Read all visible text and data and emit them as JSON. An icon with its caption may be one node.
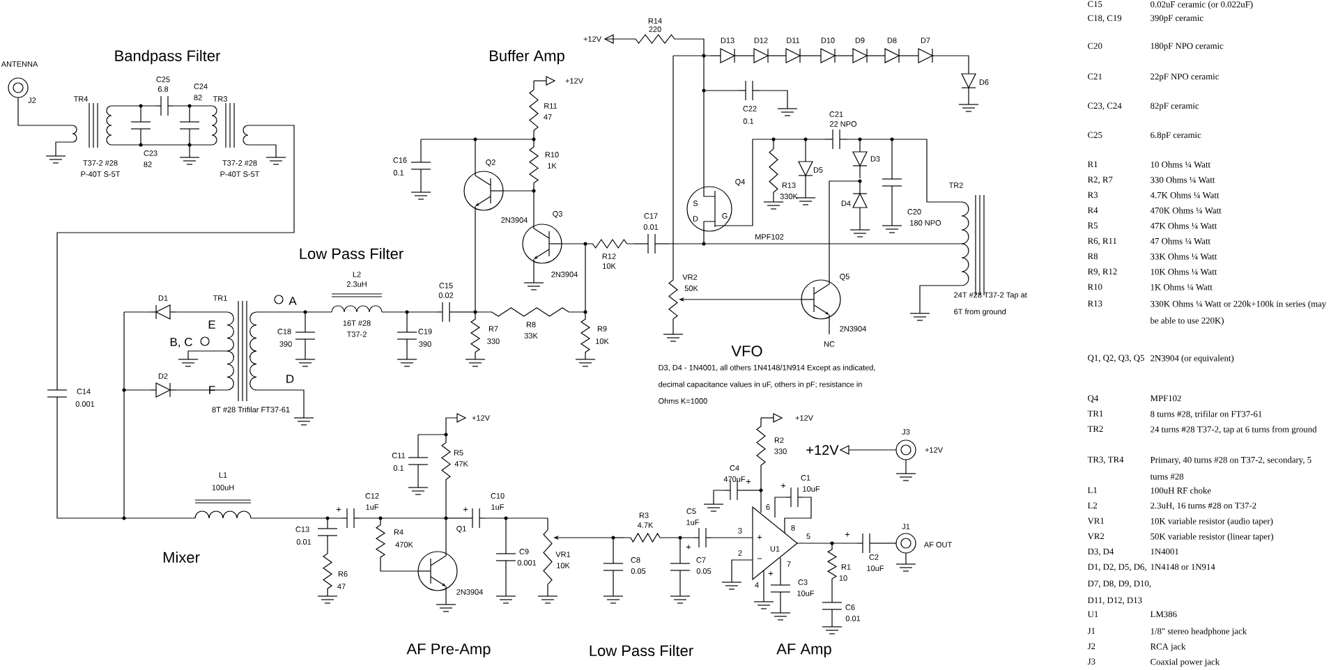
{
  "diagram": {
    "labels": [
      "ANTENNA",
      "J2",
      "Bandpass Filter",
      "TR4",
      "C25",
      "6.8",
      "C24",
      "82",
      "TR3",
      "C23",
      "T37-2 #28",
      "82",
      "T37-2 #28",
      "P-40T S-5T",
      "P-40T S-5T",
      "C16",
      "0.1",
      "Buffer Amp",
      "R14",
      "220",
      "+12V",
      "D13",
      "D12",
      "D11",
      "D10",
      "D9",
      "D8",
      "D7",
      "+12V",
      "D6",
      "R11",
      "47",
      "C22",
      "0.1",
      "C21",
      "22 NPO",
      "Q2",
      "R10",
      "1K",
      "Q4",
      "S",
      "R13",
      "330K",
      "D5",
      "D3",
      "D4",
      "TR2",
      "Q3",
      "C17",
      "0.01",
      "G",
      "D",
      "C20",
      "180 NPO",
      "2N3904",
      "MPF102",
      "Low Pass Filter",
      "R12",
      "10K",
      "L2",
      "2N3904",
      "2.3uH",
      "VR2",
      "50K",
      "Q5",
      "C15",
      "0.02",
      "D1",
      "TR1",
      "A",
      "24T #28 T37-2 Tap at 6T from ground",
      "E",
      "16T #28",
      "T37-2",
      "2N3904",
      "R8",
      "33K",
      "C18",
      "390",
      "C19",
      "390",
      "R7",
      "330",
      "R9",
      "10K",
      "B, C",
      "NC",
      "VFO",
      "D3, D4 - 1N4001, all others 1N4148/1N914 Except as indicated, decimal capacitance values in uF, others in pF; resistance in Ohms K=1000",
      "D2",
      "F",
      "D",
      "C14",
      "0.001",
      "8T #28 Trifilar FT37-61",
      "+12V",
      "+12V",
      "J3",
      "R2",
      "330",
      "+12V",
      "+12V",
      "C11",
      "0.1",
      "R5",
      "47K",
      "C4",
      "470uF",
      "L1",
      "100uH",
      "C1",
      "10uF",
      "C12",
      "1uF",
      "C10",
      "1uF",
      "R3",
      "4.7K",
      "C5",
      "1uF",
      "6",
      "C13",
      "R4",
      "Q1",
      "3",
      "8",
      "J1",
      "0.01",
      "470K",
      "C9",
      "0.001",
      "VR1",
      "10K",
      "C8",
      "0.05",
      "C7",
      "0.05",
      "2",
      "U1",
      "5",
      "C2",
      "10uF",
      "AF OUT",
      "Mixer",
      "7",
      "R1",
      "10",
      "R6",
      "47",
      "2N3904",
      "4",
      "C3",
      "10uF",
      "C6",
      "0.01",
      "AF Pre-Amp",
      "Low Pass Filter",
      "AF Amp",
      "C15",
      "0.02uF ceramic (or 0.022uF)",
      "C18, C19",
      "390pF ceramic",
      "C20",
      "180pF NPO ceramic",
      "C21",
      "22pF NPO ceramic",
      "C23, C24",
      "82pF ceramic",
      "C25",
      "6.8pF ceramic",
      "R1",
      "10 Ohms ¼ Watt",
      "R2, R7",
      "330 Ohms ¼ Watt",
      "R3",
      "4.7K Ohms ¼ Watt",
      "R4",
      "470K Ohms ¼ Watt",
      "R5",
      "47K Ohms ¼ Watt",
      "R6, R11",
      "47 Ohms ¼ Watt",
      "R8",
      "33K Ohms ¼ Watt",
      "R9, R12",
      "10K Ohms ¼ Watt",
      "R10",
      "1K Ohms ¼ Watt",
      "R13",
      "330K Ohms ¼ Watt or 220k+100k in series (may be able to use 220K)",
      "Q1, Q2, Q3, Q5",
      "2N3904 (or equivalent)",
      "Q4",
      "MPF102",
      "TR1",
      "8 turns #28, trifilar on FT37-61",
      "TR2",
      "24 turns #28 T37-2, tap at 6 turns from ground",
      "TR3, TR4",
      "Primary, 40 turns #28 on T37-2, secondary, 5 turns #28",
      "L1",
      "100uH RF choke",
      "L2",
      "2.3uH, 16 turns #28 on T37-2",
      "VR1",
      "10K variable resistor (audio taper)",
      "VR2",
      "50K variable resistor (linear taper)",
      "D3, D4",
      "1N4001",
      "D1, D2, D5, D6, D7, D8, D9, D10, D11, D12, D13",
      "1N4148 or 1N914",
      "U1",
      "LM386",
      "J1",
      "1/8\" stereo headphone jack",
      "J2",
      "RCA jack",
      "J3",
      "Coaxial power jack",
      "+",
      "+",
      "+",
      "+",
      "+",
      "+",
      "+",
      "+",
      "−"
    ]
  }
}
